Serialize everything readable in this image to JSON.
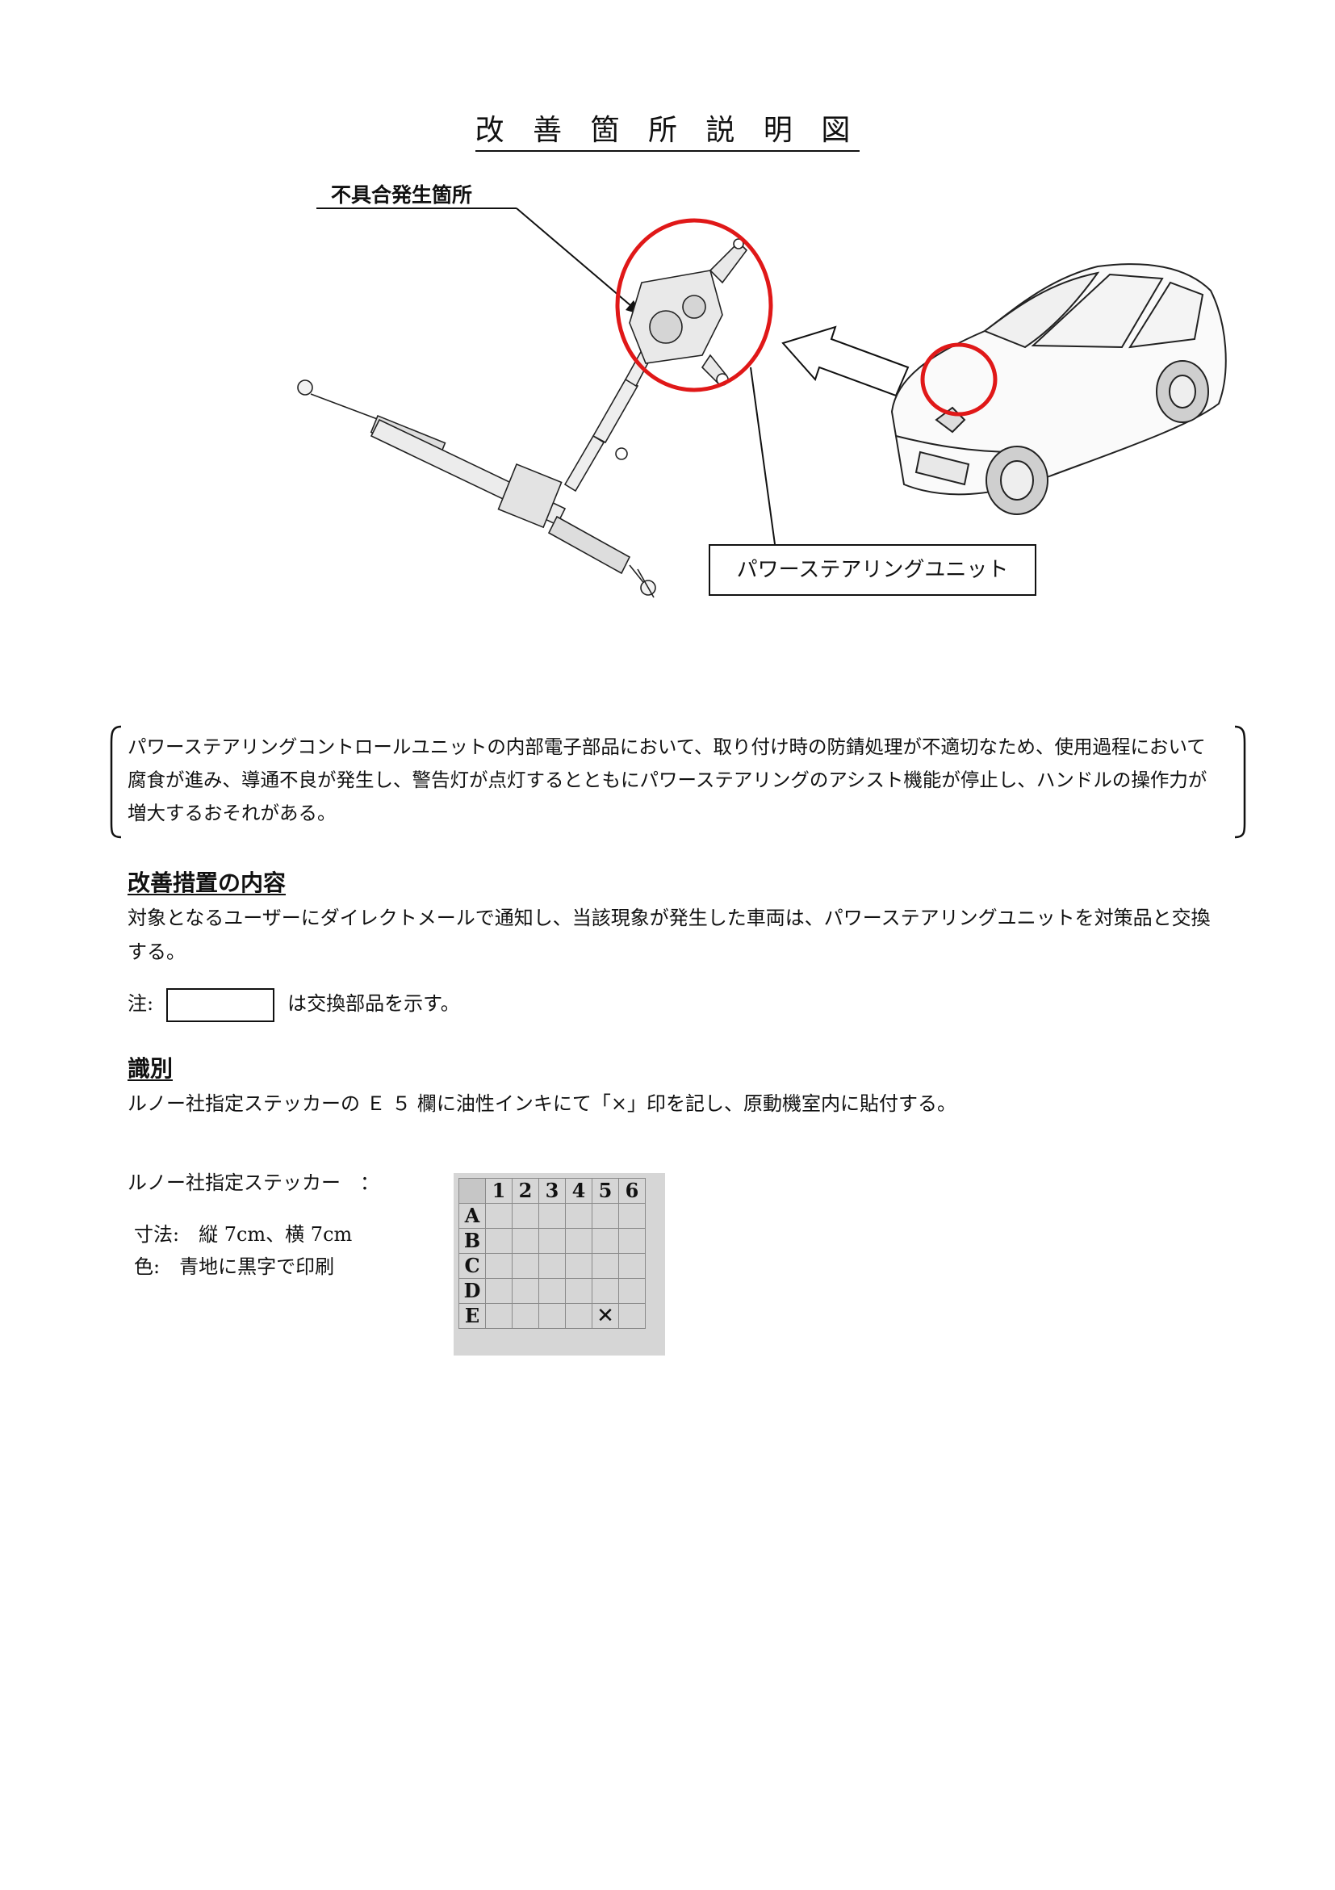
{
  "title": "改 善 箇 所 説 明 図",
  "diagram": {
    "defect_label": "不具合発生箇所",
    "unit_label": "パワーステアリングユニット"
  },
  "description": "パワーステアリングコントロールユニットの内部電子部品において、取り付け時の防錆処理が不適切なため、使用過程において腐食が進み、導通不良が発生し、警告灯が点灯するとともにパワーステアリングのアシスト機能が停止し、ハンドルの操作力が増大するおそれがある。",
  "measures": {
    "heading": "改善措置の内容",
    "text": "対象となるユーザーにダイレクトメールで通知し、当該現象が発生した車両は、パワーステアリングユニットを対策品と交換する。"
  },
  "note": {
    "prefix": "注:",
    "suffix": "は交換部品を示す。"
  },
  "identification": {
    "heading": "識別",
    "text": "ルノー社指定ステッカーの Ｅ ５ 欄に油性インキにて「×」印を記し、原動機室内に貼付する。",
    "sticker_label": "ルノー社指定ステッカー　：",
    "size": "寸法:　縦 7cm、横 7cm",
    "color": "色:　青地に黒字で印刷"
  },
  "sticker": {
    "columns": [
      "1",
      "2",
      "3",
      "4",
      "5",
      "6"
    ],
    "rows": [
      "A",
      "B",
      "C",
      "D",
      "E"
    ],
    "mark": "✕",
    "mark_row": "E",
    "mark_col": "5"
  },
  "colors": {
    "highlight": "#e01818",
    "ink": "#111111"
  }
}
